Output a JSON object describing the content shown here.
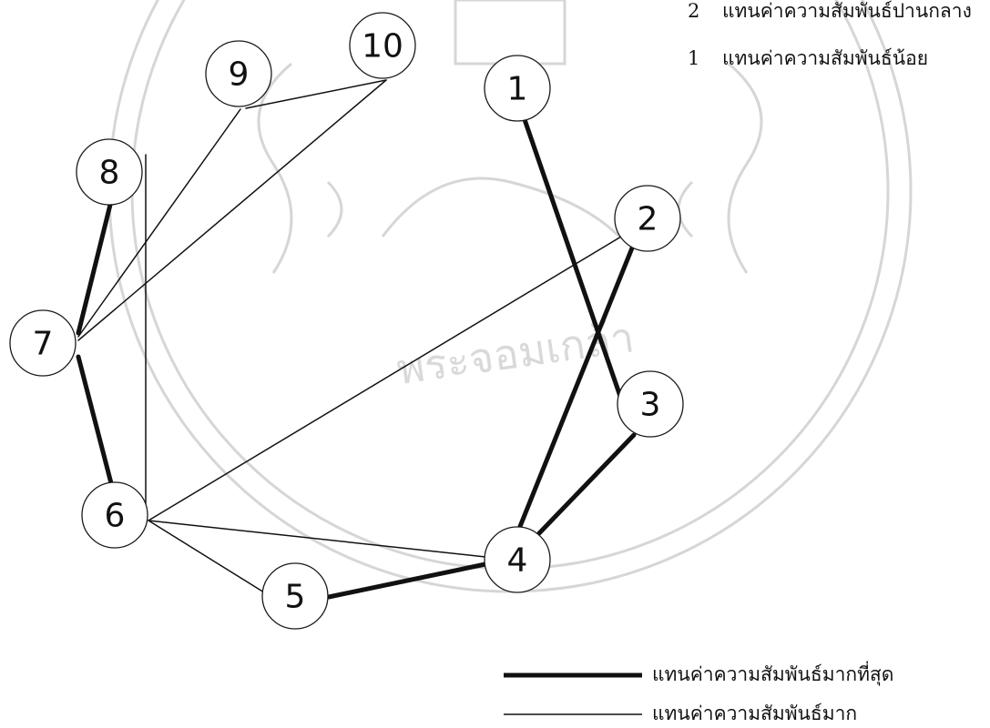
{
  "diagram": {
    "nodes": [
      {
        "id": "1",
        "label": "1"
      },
      {
        "id": "2",
        "label": "2"
      },
      {
        "id": "3",
        "label": "3"
      },
      {
        "id": "4",
        "label": "4"
      },
      {
        "id": "5",
        "label": "5"
      },
      {
        "id": "6",
        "label": "6"
      },
      {
        "id": "7",
        "label": "7"
      },
      {
        "id": "8",
        "label": "8"
      },
      {
        "id": "9",
        "label": "9"
      },
      {
        "id": "10",
        "label": "10"
      }
    ],
    "edges": [
      {
        "from": "1",
        "to": "3",
        "weight": 4
      },
      {
        "from": "2",
        "to": "4",
        "weight": 4
      },
      {
        "from": "3",
        "to": "4",
        "weight": 4
      },
      {
        "from": "4",
        "to": "5",
        "weight": 4
      },
      {
        "from": "6",
        "to": "7",
        "weight": 4
      },
      {
        "from": "7",
        "to": "8",
        "weight": 4
      },
      {
        "from": "6",
        "to": "4",
        "weight": 3
      },
      {
        "from": "6",
        "to": "5",
        "weight": 3
      },
      {
        "from": "6",
        "to": "2",
        "weight": 3
      },
      {
        "from": "6",
        "to": "8",
        "weight": 3
      },
      {
        "from": "7",
        "to": "9",
        "weight": 3
      },
      {
        "from": "7",
        "to": "10",
        "weight": 3
      },
      {
        "from": "9",
        "to": "10",
        "weight": 3
      }
    ]
  },
  "legend": {
    "top": [
      {
        "weight": "2",
        "text": "แทนค่าความสัมพันธ์ปานกลาง"
      },
      {
        "weight": "1",
        "text": "แทนค่าความสัมพันธ์น้อย"
      }
    ],
    "bottom": [
      {
        "style": "thick",
        "text": "แทนค่าความสัมพันธ์มากที่สุด"
      },
      {
        "style": "thin",
        "text": "แทนค่าความสัมพันธ์มาก"
      }
    ]
  },
  "watermark": {
    "text": "พระจอมเกล้า"
  },
  "colors": {
    "edge": "#111111",
    "node_stroke": "#1a1a1a",
    "watermark": "#d6d6d6"
  }
}
